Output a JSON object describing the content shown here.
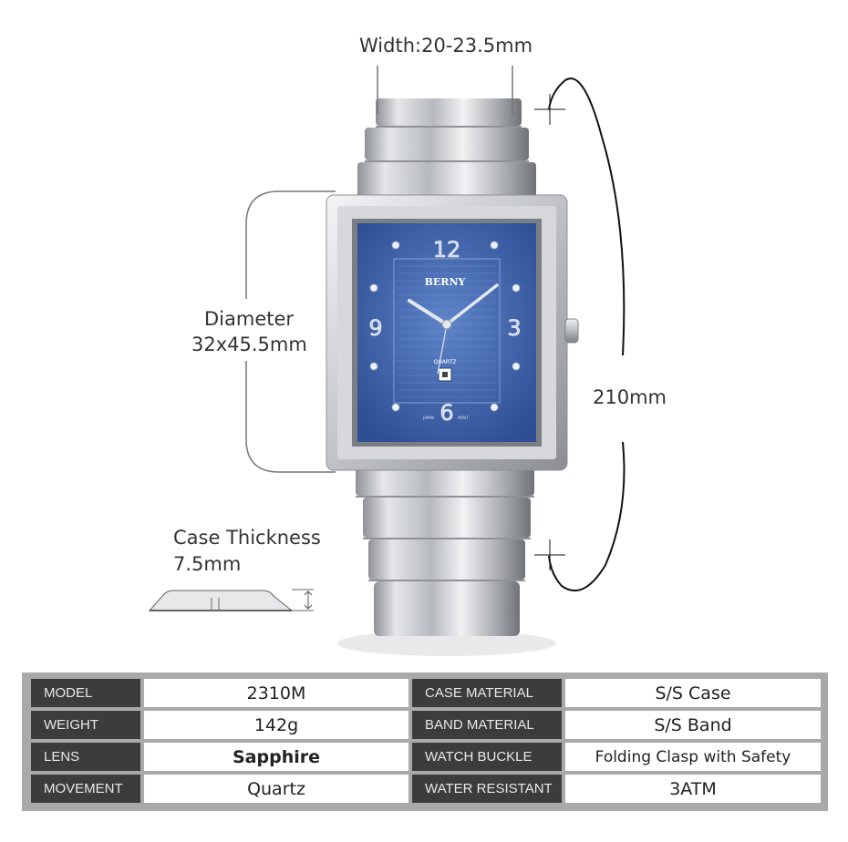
{
  "annotations": {
    "width": "Width:20-23.5mm",
    "diameter_line1": "Diameter",
    "diameter_line2": "32x45.5mm",
    "length": "210mm",
    "thickness_line1": "Case Thickness",
    "thickness_line2": "7.5mm"
  },
  "dial": {
    "brand": "BERNY",
    "movement_text": "QUARTZ",
    "japan": "JAPAN",
    "movt": "MOVT",
    "numeral_12": "12",
    "numeral_3": "3",
    "numeral_6": "6",
    "numeral_9": "9",
    "dial_color": "#3f67b3",
    "case_color": "#c9ccd0"
  },
  "specs": {
    "rows": [
      {
        "k1": "MODEL",
        "v1": "2310M",
        "k2": "CASE MATERIAL",
        "v2": "S/S Case"
      },
      {
        "k1": "WEIGHT",
        "v1": "142g",
        "k2": "BAND MATERIAL",
        "v2": "S/S Band"
      },
      {
        "k1": "LENS",
        "v1": "Sapphire",
        "k2": "WATCH BUCKLE",
        "v2": "Folding Clasp with Safety"
      },
      {
        "k1": "MOVEMENT",
        "v1": "Quartz",
        "k2": "WATER RESISTANT",
        "v2": "3ATM"
      }
    ]
  }
}
